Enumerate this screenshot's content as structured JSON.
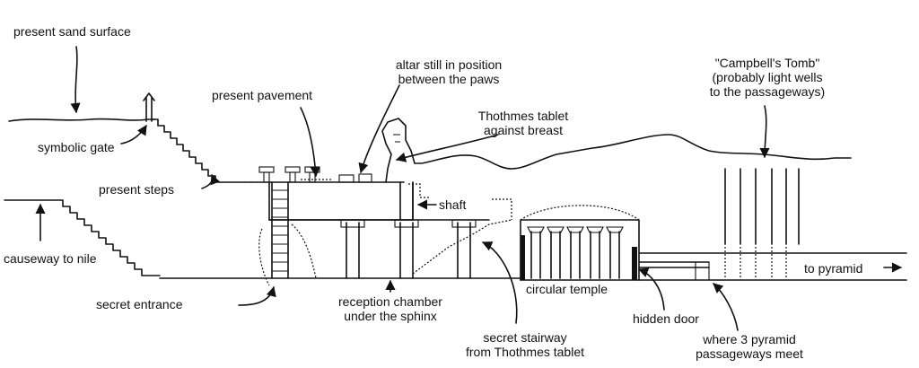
{
  "labels": {
    "present_sand_surface": "present sand surface",
    "present_pavement": "present pavement",
    "altar_line1": "altar still in position",
    "altar_line2": "between the paws",
    "thothmes_tablet_line1": "Thothmes tablet",
    "thothmes_tablet_line2": "against breast",
    "campbells_tomb_line1": "\"Campbell's Tomb\"",
    "campbells_tomb_line2": "(probably light wells",
    "campbells_tomb_line3": "to the passageways)",
    "symbolic_gate": "symbolic gate",
    "present_steps": "present steps",
    "shaft": "shaft",
    "causeway_to_nile": "causeway to nile",
    "to_pyramid": "to pyramid",
    "secret_entrance": "secret entrance",
    "reception_chamber_line1": "reception chamber",
    "reception_chamber_line2": "under the sphinx",
    "circular_temple": "circular temple",
    "hidden_door": "hidden door",
    "secret_stairway_line1": "secret stairway",
    "secret_stairway_line2": "from Thothmes tablet",
    "where_passageways_line1": "where 3 pyramid",
    "where_passageways_line2": "passageways meet"
  }
}
